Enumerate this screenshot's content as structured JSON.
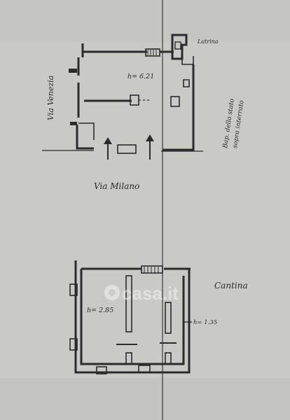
{
  "plan": {
    "labels": {
      "latrina": "Latrina",
      "via_venezia": "Via Venezia",
      "via_milano": "Via Milano",
      "height_ground": "h= 6.21",
      "side_note_line1": "Bap. dello stato",
      "side_note_line2": "sopra interrato",
      "cantina": "Cantina",
      "height_cellar": "h= 2.85",
      "height_cellar_side": "h= 1.35"
    },
    "watermark": {
      "text": "casa.it"
    },
    "colors": {
      "paper": "#c9c9c5",
      "ink": "#2b2b2b",
      "watermark": "#f4f4f2"
    }
  }
}
